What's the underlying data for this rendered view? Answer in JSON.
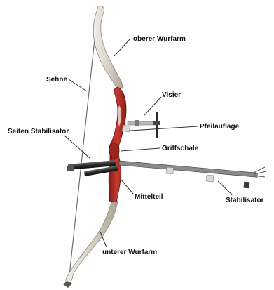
{
  "labels": {
    "oberer_wurfarm": "oberer Wurfarm",
    "sehne": "Sehne",
    "visier": "Visier",
    "pfeilauflage": "Pfeilauflage",
    "seiten_stabilisator": "Seiten Stabilisator",
    "griffschale": "Griffschale",
    "mittelteil": "Mittelteil",
    "stabilisator": "Stabilisator",
    "unterer_wurfarm": "unterer Wurfarm"
  },
  "colors": {
    "riser": "#b3302a",
    "riser_dark": "#7e1a15",
    "limb": "#d8d2c6",
    "limb_edge": "#8f887a",
    "string": "#6e6e6e",
    "rod": "#2a2a2a",
    "rod_alt": "#5c5c5c",
    "metal": "#b8b8b8"
  }
}
